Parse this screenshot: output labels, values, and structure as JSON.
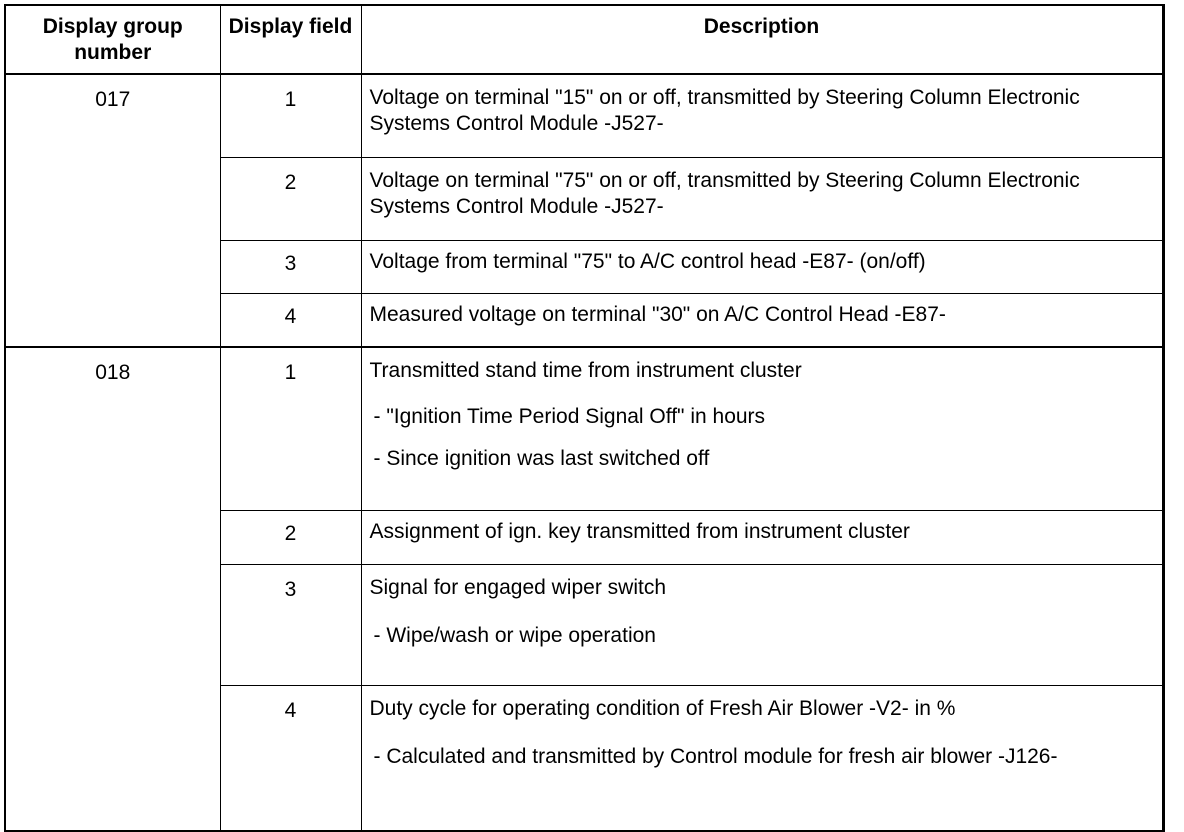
{
  "headers": {
    "group": "Display group number",
    "field": "Display field",
    "description": "Description"
  },
  "groups": [
    {
      "number": "017",
      "rows": [
        {
          "field": "1",
          "description": "Voltage on terminal \"15\" on or off, transmitted by Steering Column Electronic Systems Control Module -J527-"
        },
        {
          "field": "2",
          "description": "Voltage on terminal \"75\" on or off, transmitted by Steering Column Electronic Systems Control Module -J527-"
        },
        {
          "field": "3",
          "description": "Voltage from terminal \"75\" to A/C control head -E87- (on/off)"
        },
        {
          "field": "4",
          "description": "Measured voltage on terminal \"30\" on A/C Control Head -E87-"
        }
      ]
    },
    {
      "number": "018",
      "rows": [
        {
          "field": "1",
          "description": "Transmitted stand time from instrument cluster",
          "notes": [
            "- \"Ignition Time Period Signal Off\" in hours",
            "- Since ignition was last switched off"
          ]
        },
        {
          "field": "2",
          "description": "Assignment of ign. key transmitted from instrument cluster"
        },
        {
          "field": "3",
          "description": "Signal for engaged wiper switch",
          "notes": [
            "- Wipe/wash or wipe operation"
          ]
        },
        {
          "field": "4",
          "description": "Duty cycle for operating condition of Fresh Air Blower -V2- in %",
          "notes": [
            "- Calculated and transmitted by Control module for fresh air blower -J126-"
          ]
        }
      ]
    }
  ]
}
